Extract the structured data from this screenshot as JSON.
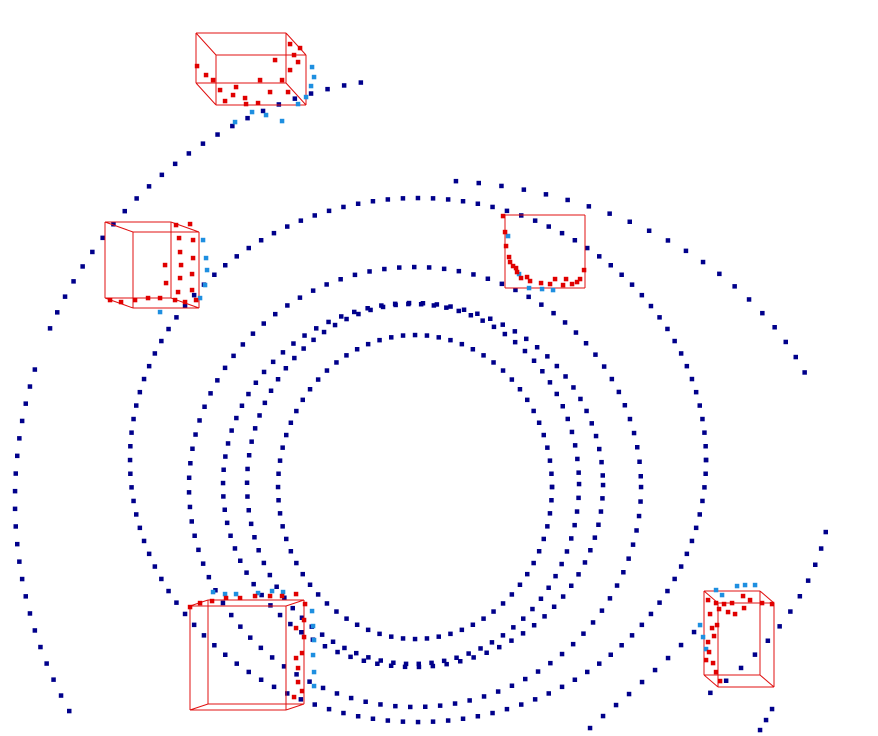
{
  "colors": {
    "background": "#ffffff",
    "lidar_point": "#00008b",
    "box_point": "#e00000",
    "box_edge_point": "#1e8fe0",
    "box_outline": "#e01010"
  },
  "scan_rings": [
    {
      "id": "ring-1",
      "radius_level": 1
    },
    {
      "id": "ring-2",
      "radius_level": 2
    },
    {
      "id": "ring-3",
      "radius_level": 3
    },
    {
      "id": "ring-4",
      "radius_level": 4
    },
    {
      "id": "ring-5",
      "radius_level": 5
    },
    {
      "id": "ring-6",
      "radius_level": 6
    },
    {
      "id": "ring-7",
      "radius_level": 7
    }
  ],
  "detections": [
    {
      "id": "box-top-left"
    },
    {
      "id": "box-left"
    },
    {
      "id": "box-center-right"
    },
    {
      "id": "box-bottom-left"
    },
    {
      "id": "box-bottom-right"
    }
  ]
}
